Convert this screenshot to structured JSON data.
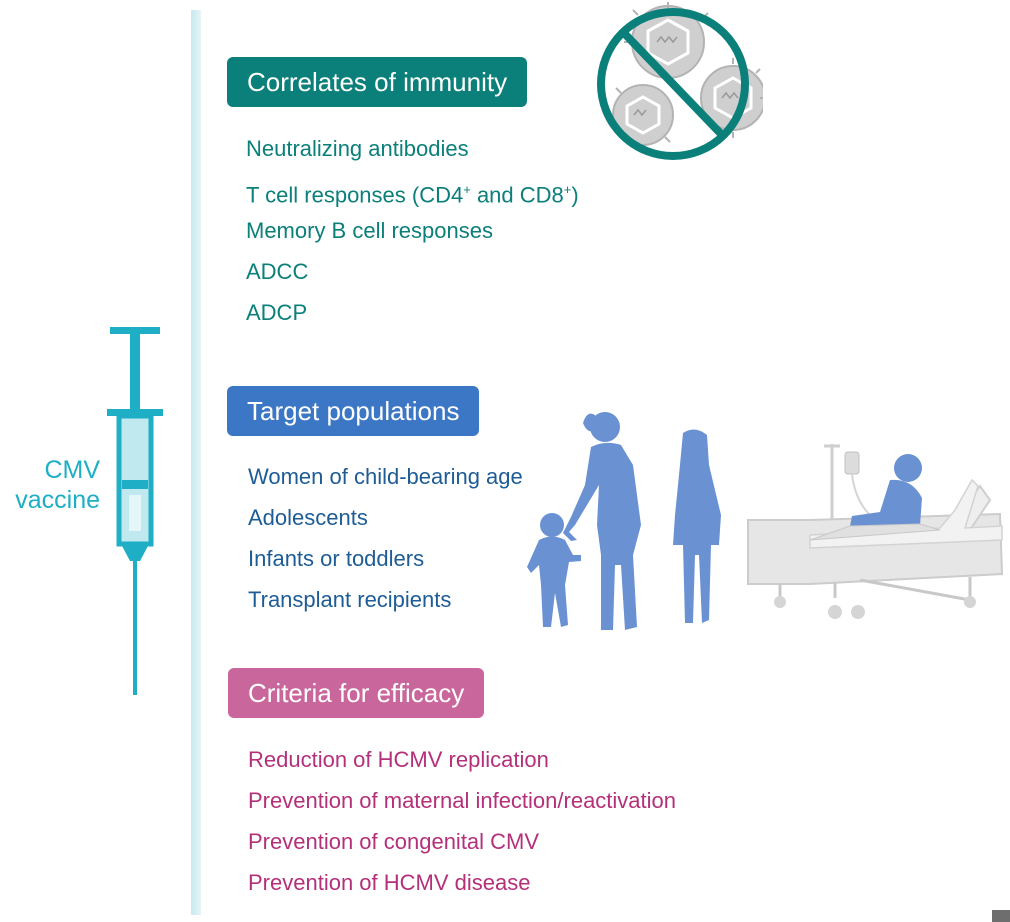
{
  "vaccine": {
    "label_line1": "CMV",
    "label_line2": "vaccine",
    "icon": "syringe-icon"
  },
  "sections": [
    {
      "title": "Correlates of immunity",
      "color": "#0b7f7a",
      "text_color": "#0b7f7a",
      "icon": "no-virus-icon",
      "items": [
        {
          "text": "Neutralizing antibodies"
        },
        {
          "text": "T cell responses (CD4",
          "sup1": "+",
          "mid": " and CD8",
          "sup2": "+",
          "tail": ")"
        },
        {
          "text": "Memory B cell responses"
        },
        {
          "text": "ADCC"
        },
        {
          "text": "ADCP"
        }
      ]
    },
    {
      "title": "Target populations",
      "color": "#3b77c4",
      "text_color": "#1e5c96",
      "icon": "family-and-patient-icon",
      "items": [
        {
          "text": "Women of child-bearing age"
        },
        {
          "text": "Adolescents"
        },
        {
          "text": "Infants or toddlers"
        },
        {
          "text": "Transplant recipients"
        }
      ]
    },
    {
      "title": "Criteria for efficacy",
      "color": "#c9669c",
      "text_color": "#b4307a",
      "items": [
        {
          "text": "Reduction of HCMV replication"
        },
        {
          "text": "Prevention of maternal infection/reactivation"
        },
        {
          "text": "Prevention of congenital CMV"
        },
        {
          "text": "Prevention of HCMV disease"
        }
      ]
    }
  ],
  "colors": {
    "syringe": "#1eaec5",
    "people": "#6a92d2",
    "bed": "#dcdcdc",
    "virus": "#cfcfcf"
  }
}
